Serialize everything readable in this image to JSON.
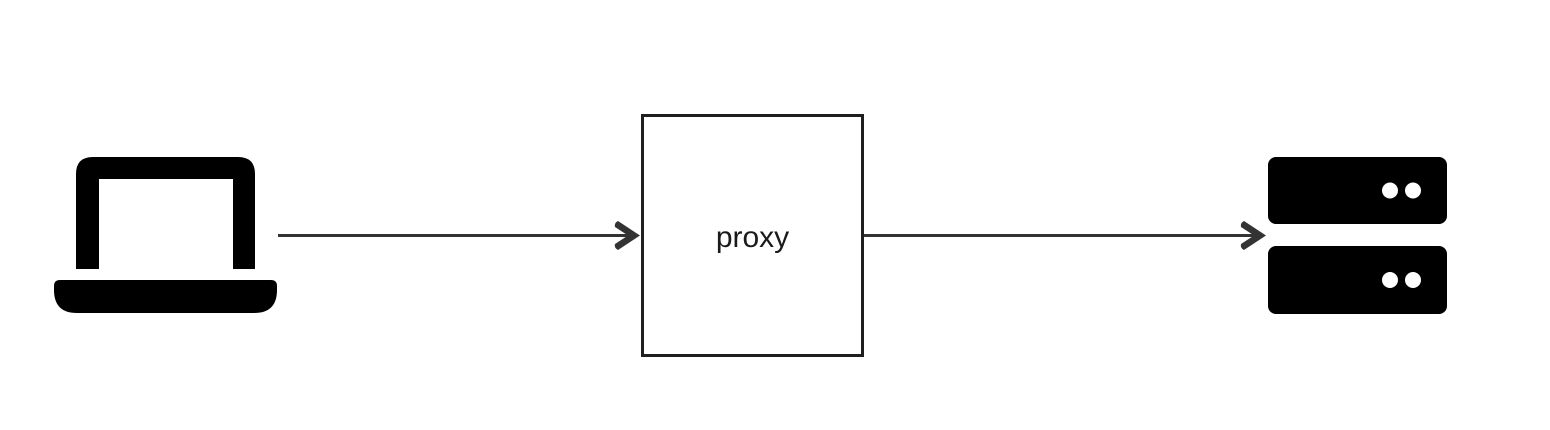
{
  "diagram": {
    "nodes": [
      {
        "id": "client",
        "kind": "laptop",
        "icon": "laptop-icon",
        "label": ""
      },
      {
        "id": "proxy",
        "kind": "box",
        "label": "proxy"
      },
      {
        "id": "server",
        "kind": "server-stack",
        "icon": "server-icon",
        "label": ""
      }
    ],
    "edges": [
      {
        "from": "client",
        "to": "proxy",
        "directed": true
      },
      {
        "from": "proxy",
        "to": "server",
        "directed": true
      }
    ]
  },
  "colors": {
    "icon": "#000000",
    "line": "#333333",
    "box_stroke": "#1f1f1f",
    "background": "#ffffff"
  }
}
